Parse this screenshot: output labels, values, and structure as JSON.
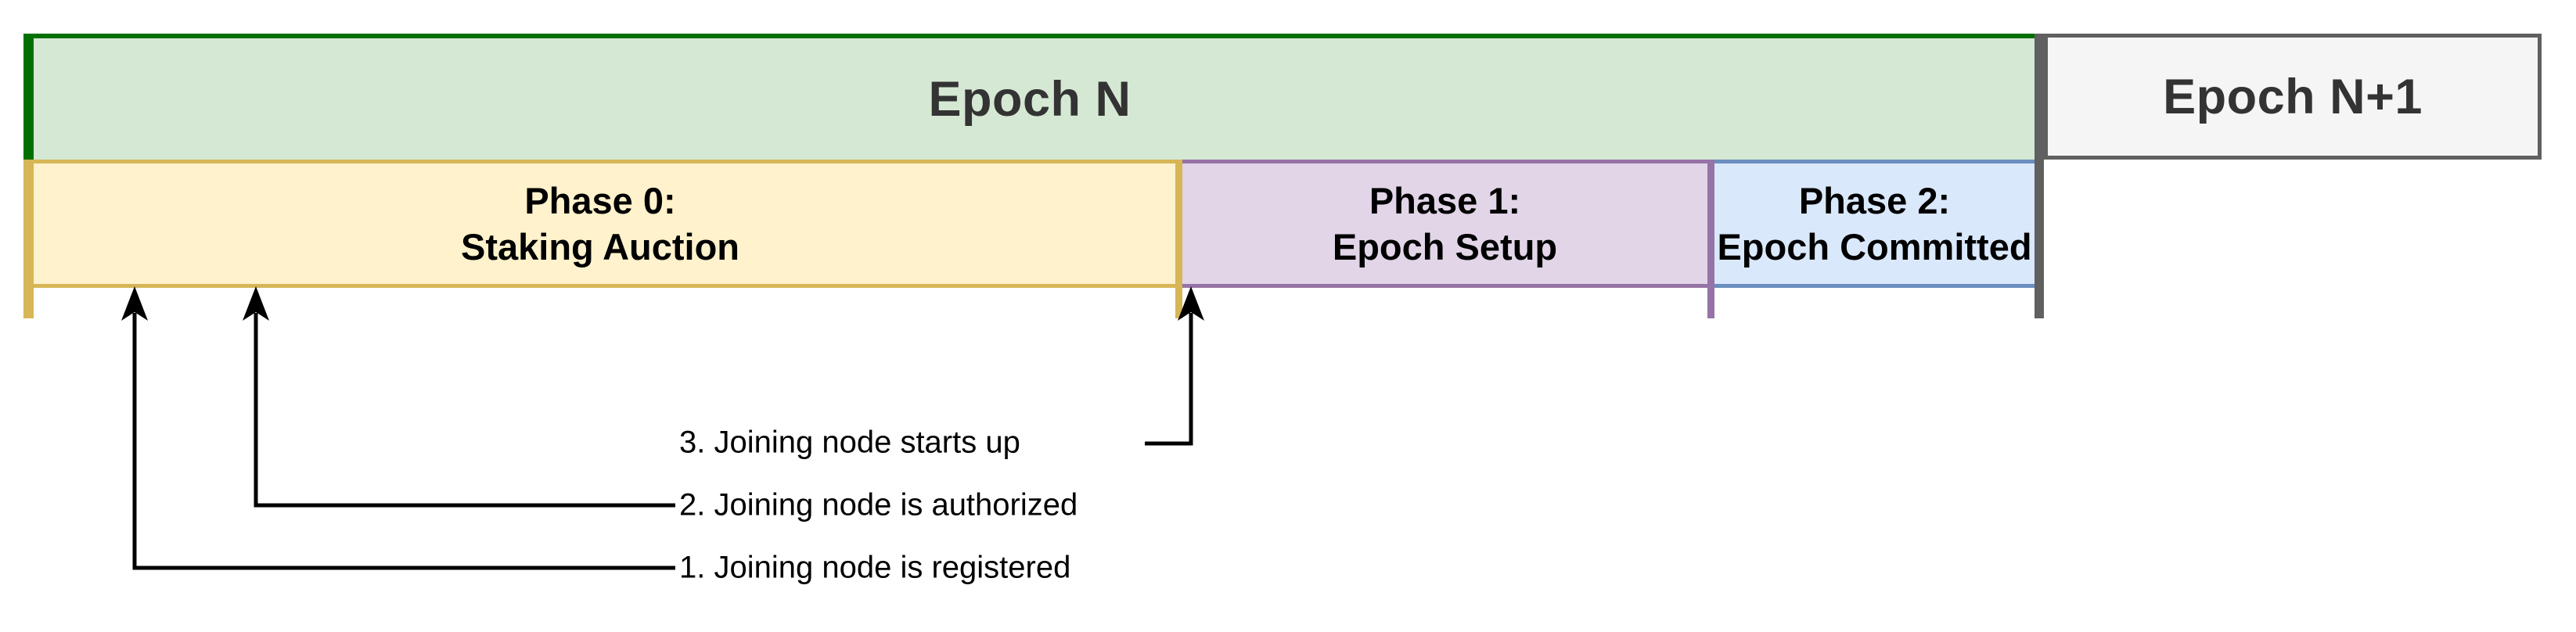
{
  "diagram": {
    "epochs": [
      {
        "id": "epoch-n",
        "label": "Epoch N"
      },
      {
        "id": "epoch-n1",
        "label": "Epoch N+1"
      }
    ],
    "phases": [
      {
        "id": "phase-0",
        "line1": "Phase 0:",
        "line2": "Staking Auction"
      },
      {
        "id": "phase-1",
        "line1": "Phase 1:",
        "line2": "Epoch Setup"
      },
      {
        "id": "phase-2",
        "line1": "Phase 2:",
        "line2": "Epoch Committed"
      }
    ],
    "annotations": [
      {
        "id": "note-1",
        "label": "1. Joining node is registered"
      },
      {
        "id": "note-2",
        "label": "2. Joining node is authorized"
      },
      {
        "id": "note-3",
        "label": "3. Joining node starts up"
      }
    ]
  },
  "colors": {
    "green-fill": "#d5e8d4",
    "green-dark": "#007000",
    "yellow-fill": "#fff2cc",
    "yellow-border": "#d6b656",
    "purple-fill": "#e1d5e7",
    "purple-border": "#9673a6",
    "blue-fill": "#dae8fc",
    "blue-border": "#6c8ebf",
    "gray-fill": "#f5f5f5",
    "gray-border": "#606060",
    "epoch-text": "#333333",
    "arrow-color": "#000000"
  }
}
